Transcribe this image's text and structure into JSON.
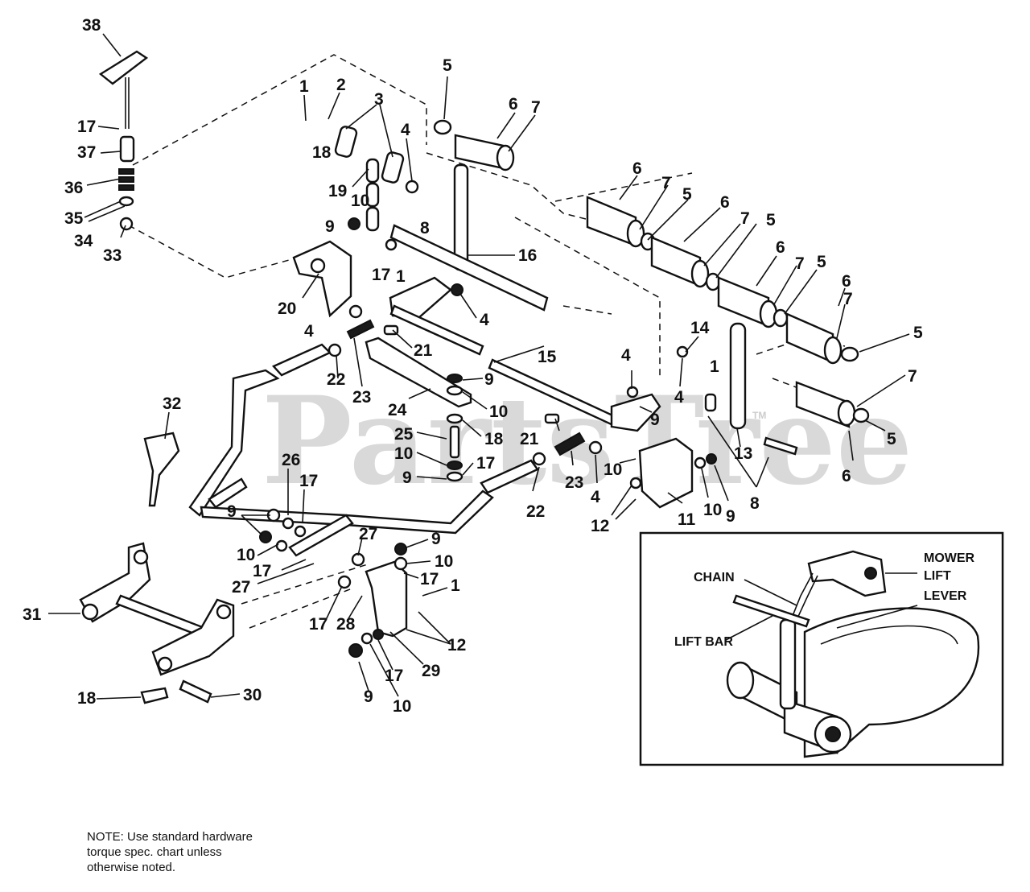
{
  "watermark": "PartsTree",
  "trademark": "TM",
  "callouts": {
    "c38": "38",
    "c17a": "17",
    "c37": "37",
    "c36": "36",
    "c35": "35",
    "c34": "34",
    "c33": "33",
    "c1a": "1",
    "c2": "2",
    "c3": "3",
    "c18a": "18",
    "c4a": "4",
    "c19": "19",
    "c10a": "10",
    "c9a": "9",
    "c5a": "5",
    "c6a": "6",
    "c7a": "7",
    "c8a": "8",
    "c16": "16",
    "c17b": "17",
    "c1b": "1",
    "c20": "20",
    "c4b": "4",
    "c4c": "4",
    "c22a": "22",
    "c23a": "23",
    "c21a": "21",
    "c6b": "6",
    "c7b": "7",
    "c5b": "5",
    "c6c": "6",
    "c7c": "7",
    "c5c": "5",
    "c6d": "6",
    "c7d": "7",
    "c5d": "5",
    "c6e": "6",
    "c7e": "7",
    "c5e": "5",
    "c14": "14",
    "c1c": "1",
    "c4d": "4",
    "c4e": "4",
    "c15": "15",
    "c9b": "9",
    "c10b": "10",
    "c24": "24",
    "c18b": "18",
    "c21b": "21",
    "c9c": "9",
    "c10c": "10",
    "c13": "13",
    "c7f": "7",
    "c5f": "5",
    "c6f": "6",
    "c25": "25",
    "c10d": "10",
    "c17c": "17",
    "c9d": "9",
    "c23b": "23",
    "c22b": "22",
    "c4f": "4",
    "c11": "11",
    "c10e": "10",
    "c9e": "9",
    "c8b": "8",
    "c12a": "12",
    "c32": "32",
    "c26": "26",
    "c17d": "17",
    "c9f": "9",
    "c10f": "10",
    "c17e": "17",
    "c27a": "27",
    "c27b": "27",
    "c9g": "9",
    "c10g": "10",
    "c17f": "17",
    "c1d": "1",
    "c31": "31",
    "c17g": "17",
    "c28": "28",
    "c12b": "12",
    "c29": "29",
    "c17h": "17",
    "c9h": "9",
    "c10h": "10",
    "c18c": "18",
    "c30": "30"
  },
  "inset": {
    "chain_label": "CHAIN",
    "lift_bar_label": "LIFT BAR",
    "mower_label": "MOWER",
    "lift_label": "LIFT",
    "lever_label": "LEVER"
  },
  "note": {
    "line1": "NOTE:  Use standard hardware",
    "line2": "torque spec. chart unless",
    "line3": "otherwise noted."
  }
}
